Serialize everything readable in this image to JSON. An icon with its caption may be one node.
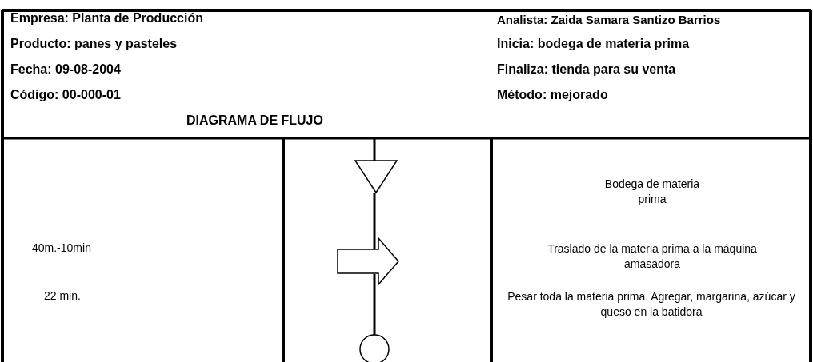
{
  "diagram": {
    "nodes": [
      {
        "text": [],
        "shape": "triangle"
      },
      {
        "text": [],
        "shape": "arrow"
      },
      {
        "text": [],
        "shape": "circle"
      }
    ],
    "edges": [
      {
        "from": null,
        "to": 0,
        "arrow": "none"
      },
      {
        "from": 0,
        "to": 1,
        "arrow": "none"
      },
      {
        "from": 1,
        "to": 2,
        "arrow": "none"
      }
    ],
    "labels": [
      "Empresa: Planta de Producción",
      "Analista: Zaida Samara Santizo Barrios",
      "Producto: panes y pasteles",
      "Inicia: bodega de materia prima",
      "Fecha: 09-08-2004",
      "Finaliza: tienda para su venta",
      "Código: 00-000-01",
      "Método: mejorado",
      "DIAGRAMA DE FLUJO",
      "Bodega de materia prima",
      "40m.-10min",
      "Traslado de la materia prima a la máquina amasadora",
      "22 min.",
      "Pesar toda la materia prima. Agregar, margarina, azúcar y queso en la batidora"
    ]
  }
}
